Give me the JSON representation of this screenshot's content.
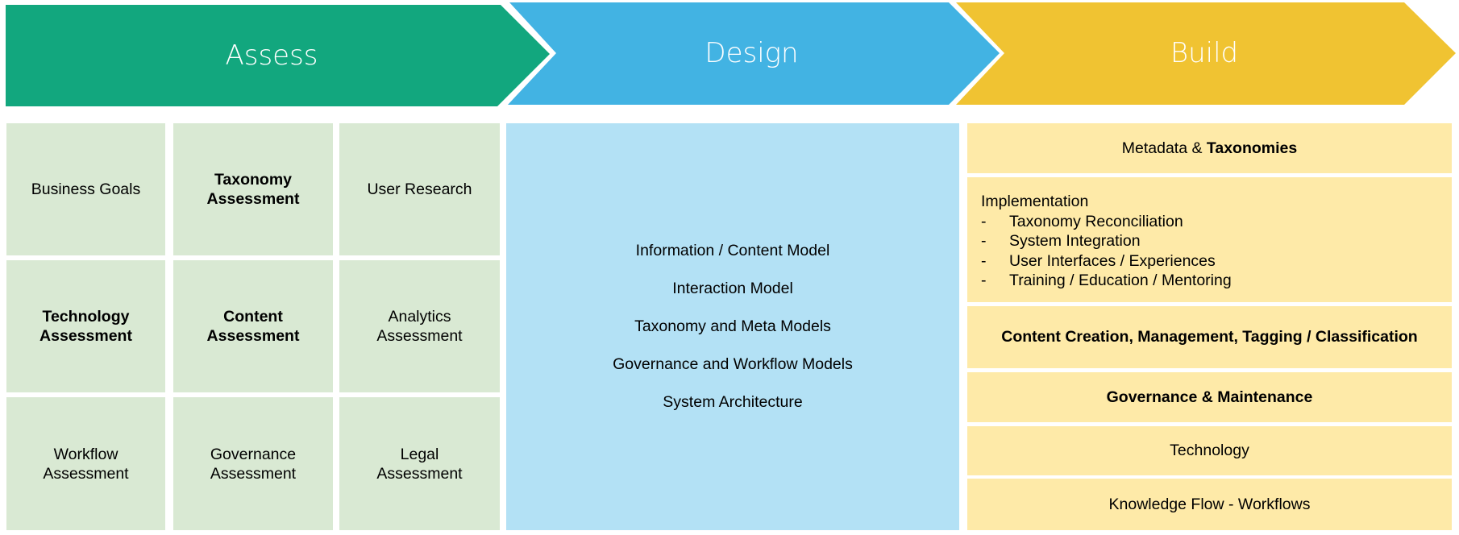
{
  "phases": [
    {
      "label": "Assess",
      "color": "#12A77E"
    },
    {
      "label": "Design",
      "color": "#42B3E3"
    },
    {
      "label": "Build",
      "color": "#F0C332"
    }
  ],
  "assess": {
    "cells": [
      {
        "line1": "Business Goals",
        "line2": "",
        "bold": false
      },
      {
        "line1": "Taxonomy",
        "line2": "Assessment",
        "bold": true
      },
      {
        "line1": "User Research",
        "line2": "",
        "bold": false
      },
      {
        "line1": "Technology",
        "line2": "Assessment",
        "bold": true
      },
      {
        "line1": "Content",
        "line2": "Assessment",
        "bold": true
      },
      {
        "line1": "Analytics",
        "line2": "Assessment",
        "bold": false
      },
      {
        "line1": "Workflow",
        "line2": "Assessment",
        "bold": false
      },
      {
        "line1": "Governance",
        "line2": "Assessment",
        "bold": false
      },
      {
        "line1": "Legal",
        "line2": "Assessment",
        "bold": false
      }
    ]
  },
  "design": {
    "items": [
      "Information / Content Model",
      "Interaction Model",
      "Taxonomy and Meta Models",
      "Governance and Workflow Models",
      "System Architecture"
    ]
  },
  "build": {
    "metadata_prefix": "Metadata & ",
    "metadata_bold": "Taxonomies",
    "implementation_title": "Implementation",
    "implementation_items": [
      "Taxonomy Reconciliation",
      "System Integration",
      "User Interfaces / Experiences",
      "Training / Education / Mentoring"
    ],
    "dash": "-",
    "content_creation": "Content Creation, Management, Tagging / Classification",
    "governance": "Governance & Maintenance",
    "technology": "Technology",
    "knowledge_flow": "Knowledge Flow - Workflows"
  }
}
